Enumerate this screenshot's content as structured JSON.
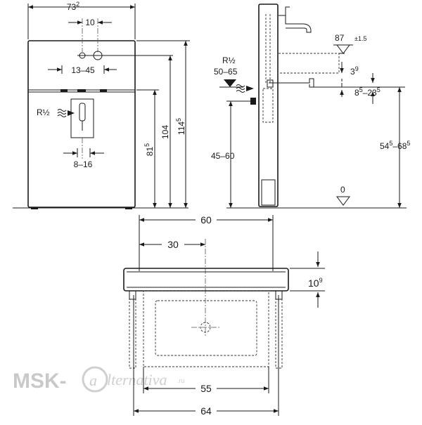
{
  "front": {
    "width_total": "73",
    "width_total_sup": "2",
    "holes_spacing": "10",
    "holes_range": "13–45",
    "height_total": "114",
    "height_total_sup": "5",
    "height_104": "104",
    "height_815": "81",
    "height_815_sup": "5",
    "supply_label": "R½",
    "supply_range": "8–16"
  },
  "side": {
    "supply_label": "R½",
    "supply_height_range": "50–65",
    "outlet_87": "87",
    "outlet_87_tol": "±1.5",
    "dim_3": "3",
    "dim_3_sup": "9",
    "range_8": "8",
    "range_8_sup1": "5",
    "range_8_mid": "–23",
    "range_8_sup2": "5",
    "waste_height_range": "45–60",
    "range_54": "54",
    "range_54_sup1": "5",
    "range_54_mid": "–68",
    "range_54_sup2": "5",
    "zero_level": "0"
  },
  "top": {
    "width_60": "60",
    "width_30": "30",
    "depth_10": "10",
    "depth_10_sup": "9",
    "width_55": "55",
    "width_64": "64"
  },
  "watermark": {
    "brand": "MSK-",
    "script": "lternativa",
    "tld": ".ru"
  }
}
